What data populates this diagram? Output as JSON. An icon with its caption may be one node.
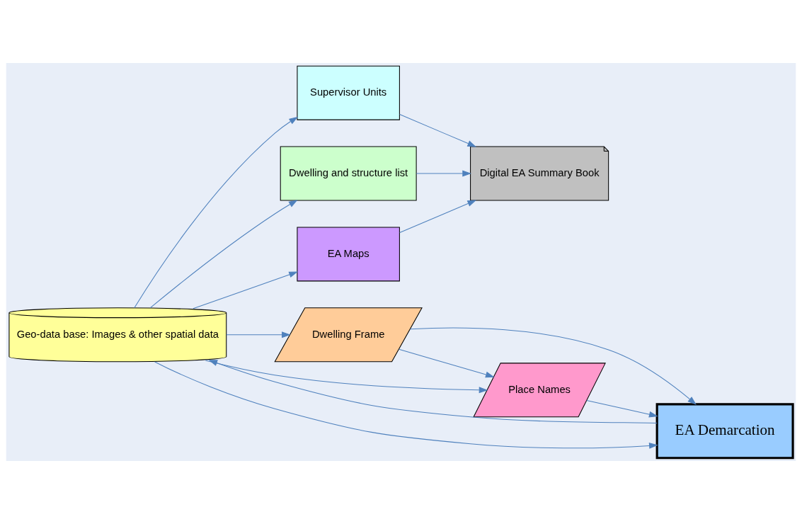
{
  "diagram": {
    "nodes": [
      {
        "text": [
          "Geo-data base: Images & other spatial data"
        ]
      },
      {
        "text": [
          "Supervisor Units"
        ]
      },
      {
        "text": [
          "Dwelling and structure list"
        ]
      },
      {
        "text": [
          "Dwelling Frame"
        ]
      },
      {
        "text": [
          "EA Demarcation"
        ]
      },
      {
        "text": [
          "EA Maps"
        ]
      },
      {
        "text": [
          "Place Names"
        ]
      },
      {
        "text": [
          "Digital EA Summary Book"
        ]
      }
    ],
    "edges": [
      {
        "from": 0,
        "to": 1,
        "arrow": "to"
      },
      {
        "from": 0,
        "to": 2,
        "arrow": "to"
      },
      {
        "from": 0,
        "to": 5,
        "arrow": "to"
      },
      {
        "from": 0,
        "to": 3,
        "arrow": "to"
      },
      {
        "from": 0,
        "to": 6,
        "arrow": "to"
      },
      {
        "from": 0,
        "to": 4,
        "arrow": "to"
      },
      {
        "from": 3,
        "to": 4,
        "arrow": "to"
      },
      {
        "from": 6,
        "to": 4,
        "arrow": "to"
      },
      {
        "from": 4,
        "to": 0,
        "arrow": "to"
      },
      {
        "from": 3,
        "to": 6,
        "arrow": "to"
      },
      {
        "from": 1,
        "to": 7,
        "arrow": "to"
      },
      {
        "from": 2,
        "to": 7,
        "arrow": "to"
      },
      {
        "from": 5,
        "to": 7,
        "arrow": "to"
      }
    ]
  }
}
